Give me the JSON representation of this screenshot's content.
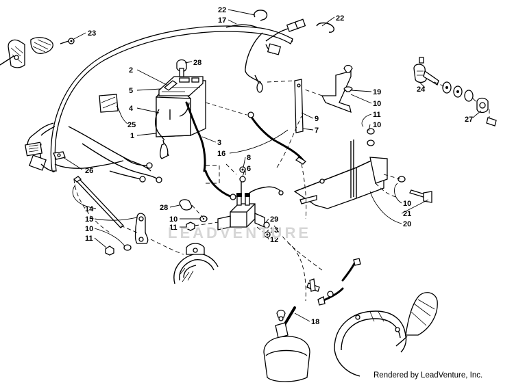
{
  "watermark": "LEADVENTURE",
  "credit": "Rendered by LeadVenture, Inc.",
  "callouts": [
    {
      "id": "c22a",
      "text": "22"
    },
    {
      "id": "c17",
      "text": "17"
    },
    {
      "id": "c22b",
      "text": "22"
    },
    {
      "id": "c23",
      "text": "23"
    },
    {
      "id": "c28a",
      "text": "28"
    },
    {
      "id": "c2",
      "text": "2"
    },
    {
      "id": "c5",
      "text": "5"
    },
    {
      "id": "c4",
      "text": "4"
    },
    {
      "id": "c25",
      "text": "25"
    },
    {
      "id": "c1",
      "text": "1"
    },
    {
      "id": "c3",
      "text": "3"
    },
    {
      "id": "c16",
      "text": "16"
    },
    {
      "id": "c19",
      "text": "19"
    },
    {
      "id": "c10a",
      "text": "10"
    },
    {
      "id": "c9",
      "text": "9"
    },
    {
      "id": "c7",
      "text": "7"
    },
    {
      "id": "c11a",
      "text": "11"
    },
    {
      "id": "c10b",
      "text": "10"
    },
    {
      "id": "c24",
      "text": "24"
    },
    {
      "id": "c27",
      "text": "27"
    },
    {
      "id": "c26",
      "text": "26"
    },
    {
      "id": "c8",
      "text": "8"
    },
    {
      "id": "c6",
      "text": "6"
    },
    {
      "id": "c14",
      "text": "14"
    },
    {
      "id": "c15",
      "text": "15"
    },
    {
      "id": "c10c",
      "text": "10"
    },
    {
      "id": "c11b",
      "text": "11"
    },
    {
      "id": "c28b",
      "text": "28"
    },
    {
      "id": "c10d",
      "text": "10"
    },
    {
      "id": "c11c",
      "text": "11"
    },
    {
      "id": "c29",
      "text": "29"
    },
    {
      "id": "c13",
      "text": "13"
    },
    {
      "id": "c12",
      "text": "12"
    },
    {
      "id": "c10e",
      "text": "10"
    },
    {
      "id": "c21",
      "text": "21"
    },
    {
      "id": "c20",
      "text": "20"
    },
    {
      "id": "c18",
      "text": "18"
    }
  ]
}
